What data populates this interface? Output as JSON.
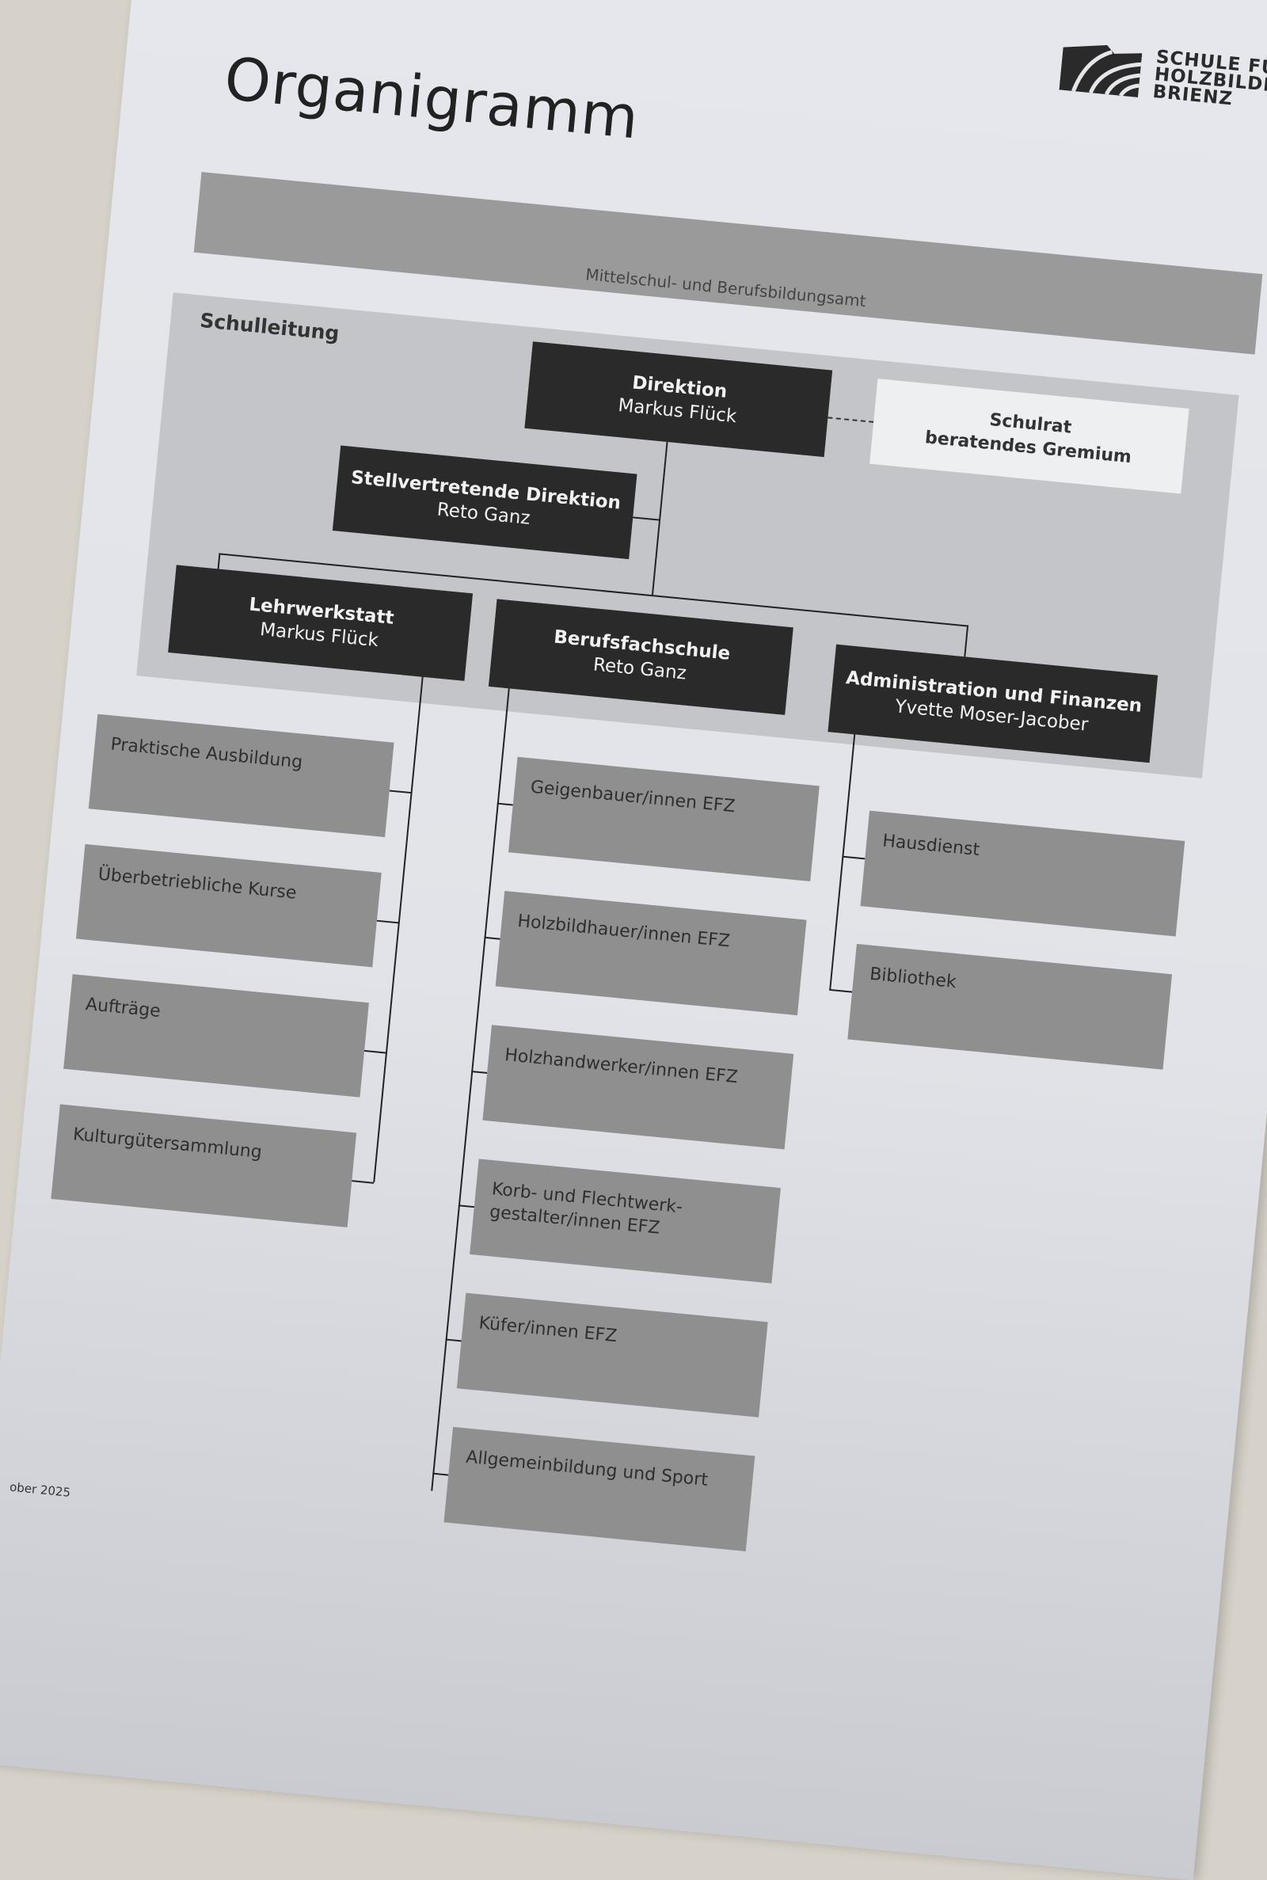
{
  "title": "Organigramm",
  "logo": {
    "line1": "SCHULE FÜR",
    "line2": "HOLZBILDHAUEREI",
    "line3": "BRIENZ",
    "icon": "school-logo-icon"
  },
  "authority": "Mittelschul- und Berufsbildungsamt",
  "schulleitung_label": "Schulleitung",
  "direktion": {
    "role": "Direktion",
    "name": "Markus Flück"
  },
  "schulrat": {
    "line1": "Schulrat",
    "line2": "beratendes Gremium"
  },
  "stellvertretung": {
    "role": "Stellvertretende Direktion",
    "name": "Reto Ganz"
  },
  "units": [
    {
      "role": "Lehrwerkstatt",
      "name": "Markus Flück",
      "children": [
        "Praktische Ausbildung",
        "Überbetriebliche Kurse",
        "Aufträge",
        "Kulturgütersammlung"
      ]
    },
    {
      "role": "Berufsfachschule",
      "name": "Reto Ganz",
      "children": [
        "Geigenbauer/innen EFZ",
        "Holzbildhauer/innen EFZ",
        "Holzhandwerker/innen EFZ",
        "Korb- und Flechtwerk-\ngestalter/innen EFZ",
        "Küfer/innen EFZ",
        "Allgemeinbildung und Sport"
      ]
    },
    {
      "role": "Administration und Finanzen",
      "name": "Yvette Moser-Jacober",
      "children": [
        "Hausdienst",
        "Bibliothek"
      ]
    }
  ],
  "footer": "ober 2025"
}
